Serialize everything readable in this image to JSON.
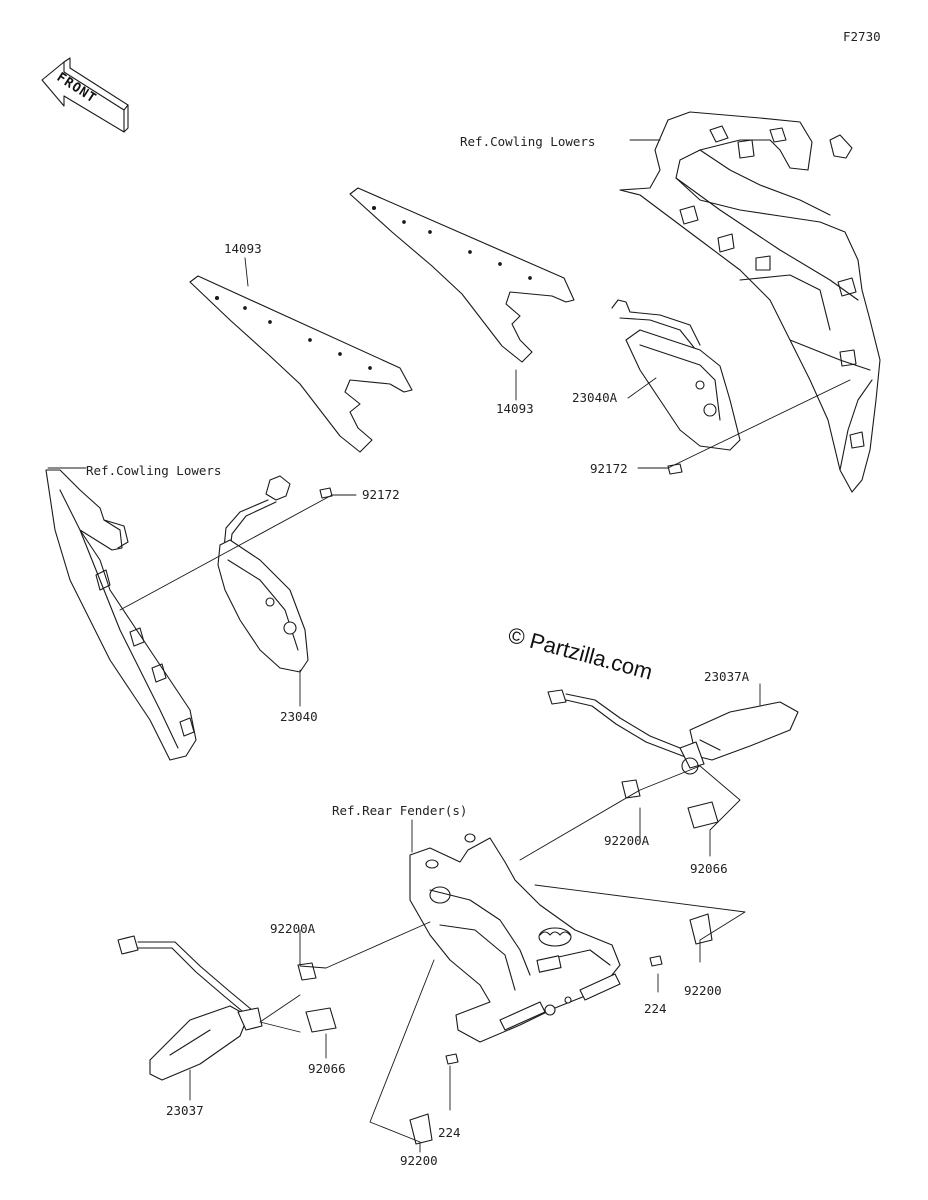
{
  "diagram_code": "F2730",
  "direction_label": "FRONT",
  "watermark": "© Partzilla.com",
  "references": {
    "cowling_lowers_top": "Ref.Cowling Lowers",
    "cowling_lowers_left": "Ref.Cowling Lowers",
    "rear_fender": "Ref.Rear Fender(s)"
  },
  "parts": {
    "p14093_a": "14093",
    "p14093_b": "14093",
    "p23040A": "23040A",
    "p92172_a": "92172",
    "p92172_b": "92172",
    "p23040": "23040",
    "p23037A": "23037A",
    "p92200A_a": "92200A",
    "p92066_a": "92066",
    "p92200A_b": "92200A",
    "p92066_b": "92066",
    "p224_a": "224",
    "p92200_a": "92200",
    "p23037": "23037",
    "p224_b": "224",
    "p92200_b": "92200"
  },
  "colors": {
    "line": "#1a1a1a",
    "fill": "#ffffff",
    "text": "#222222"
  }
}
